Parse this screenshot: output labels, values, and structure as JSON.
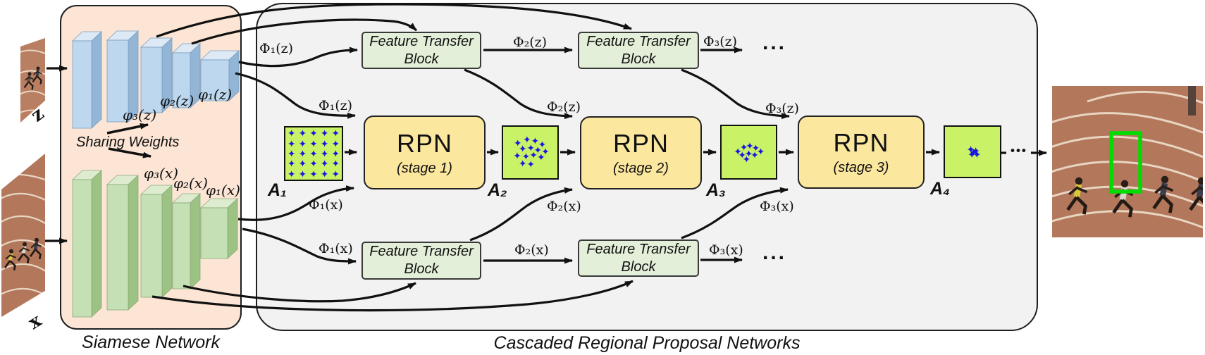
{
  "inputs": {
    "template_label": "z",
    "search_label": "x"
  },
  "siamese": {
    "caption": "Siamese Network",
    "sharing_weights": "Sharing Weights",
    "z_feats": [
      "φ₃(z)",
      "φ₂(z)",
      "φ₁(z)"
    ],
    "x_feats": [
      "φ₃(x)",
      "φ₂(x)",
      "φ₁(x)"
    ]
  },
  "cascade": {
    "caption": "Cascaded Regional Proposal Networks",
    "ft_block": {
      "line1": "Feature Transfer",
      "line2": "Block"
    },
    "rpn": [
      {
        "title": "RPN",
        "stage": "(stage 1)"
      },
      {
        "title": "RPN",
        "stage": "(stage 2)"
      },
      {
        "title": "RPN",
        "stage": "(stage 3)"
      }
    ],
    "flow": {
      "p1z": "Φ₁(z)",
      "p2z": "Φ₂(z)",
      "p3z": "Φ₃(z)",
      "p1x": "Φ₁(x)",
      "p2x": "Φ₂(x)",
      "p3x": "Φ₃(x)"
    },
    "ellipsis": "...",
    "mid_dots": "•••",
    "star_glyph": "✦",
    "anchors": [
      {
        "label": "A₁",
        "pattern": "uniform-grid",
        "points": [
          [
            11,
            11
          ],
          [
            30.5,
            11
          ],
          [
            50,
            11
          ],
          [
            69.5,
            11
          ],
          [
            89,
            11
          ],
          [
            11,
            30.5
          ],
          [
            30.5,
            30.5
          ],
          [
            50,
            30.5
          ],
          [
            69.5,
            30.5
          ],
          [
            89,
            30.5
          ],
          [
            11,
            50
          ],
          [
            30.5,
            50
          ],
          [
            50,
            50
          ],
          [
            69.5,
            50
          ],
          [
            89,
            50
          ],
          [
            11,
            69.5
          ],
          [
            30.5,
            69.5
          ],
          [
            50,
            69.5
          ],
          [
            69.5,
            69.5
          ],
          [
            89,
            69.5
          ],
          [
            11,
            89
          ],
          [
            30.5,
            89
          ],
          [
            50,
            89
          ],
          [
            69.5,
            89
          ],
          [
            89,
            89
          ]
        ]
      },
      {
        "label": "A₂",
        "pattern": "scattered",
        "points": [
          [
            27,
            32
          ],
          [
            44,
            25
          ],
          [
            59,
            28
          ],
          [
            72,
            34
          ],
          [
            36,
            43
          ],
          [
            51,
            41
          ],
          [
            64,
            45
          ],
          [
            78,
            48
          ],
          [
            26,
            56
          ],
          [
            42,
            57
          ],
          [
            56,
            55
          ],
          [
            70,
            59
          ],
          [
            36,
            71
          ],
          [
            51,
            73
          ]
        ]
      },
      {
        "label": "A₃",
        "pattern": "clustered",
        "points": [
          [
            30,
            49
          ],
          [
            41,
            41
          ],
          [
            52,
            38
          ],
          [
            63,
            42
          ],
          [
            72,
            48
          ],
          [
            38,
            56
          ],
          [
            50,
            53
          ],
          [
            61,
            56
          ],
          [
            46,
            63
          ]
        ]
      },
      {
        "label": "A₄",
        "pattern": "converged",
        "points": [
          [
            47,
            47
          ],
          [
            56,
            49
          ],
          [
            49,
            57
          ],
          [
            58,
            56
          ],
          [
            52,
            52
          ]
        ]
      }
    ]
  },
  "colors": {
    "siamese_fill": "#fce5d5",
    "cascade_fill": "#f2f2f3",
    "ft_fill": "#e3efd9",
    "rpn_fill": "#fce79e",
    "anchor_fill": "#c9f266",
    "star_blue": "#1717e0",
    "bbox_green": "#00dc00",
    "conv_blue": "#bdd7ee",
    "conv_green": "#c5e0b4"
  }
}
